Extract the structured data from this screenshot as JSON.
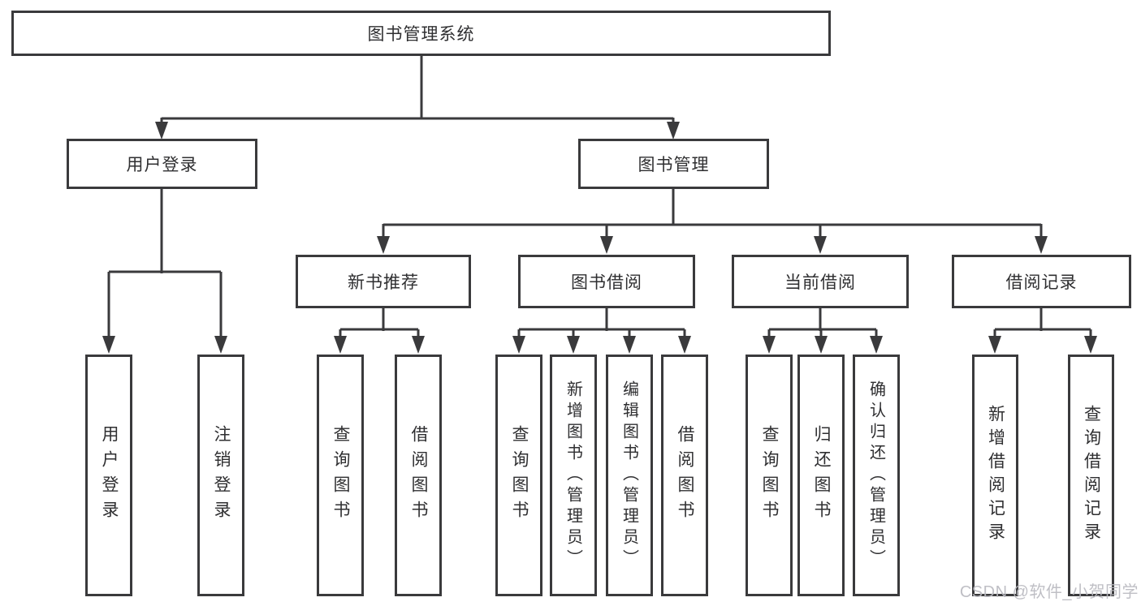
{
  "diagram_type": "hierarchy-tree",
  "tree": {
    "label": "图书管理系统",
    "children": [
      {
        "label": "用户登录",
        "children": [
          {
            "label": "用户登录"
          },
          {
            "label": "注销登录"
          }
        ]
      },
      {
        "label": "图书管理",
        "children": [
          {
            "label": "新书推荐",
            "children": [
              {
                "label": "查询图书"
              },
              {
                "label": "借阅图书"
              }
            ]
          },
          {
            "label": "图书借阅",
            "children": [
              {
                "label": "查询图书"
              },
              {
                "label": "新增图书（管理员）"
              },
              {
                "label": "编辑图书（管理员）"
              },
              {
                "label": "借阅图书"
              }
            ]
          },
          {
            "label": "当前借阅",
            "children": [
              {
                "label": "查询图书"
              },
              {
                "label": "归还图书"
              },
              {
                "label": "确认归还（管理员）"
              }
            ]
          },
          {
            "label": "借阅记录",
            "children": [
              {
                "label": "新增借阅记录"
              },
              {
                "label": "查询借阅记录"
              }
            ]
          }
        ]
      }
    ]
  },
  "watermark": {
    "text": "CSDN @软件_小贺同学"
  },
  "colors": {
    "line": "#3a3a3c",
    "text": "#2f2f31",
    "box_background": "#ffffff",
    "watermark": "#babac0"
  }
}
